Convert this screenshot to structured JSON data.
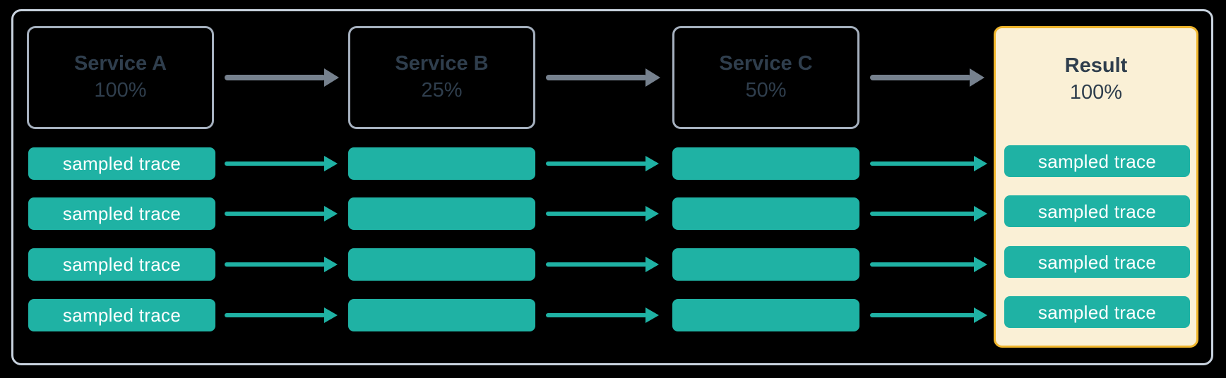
{
  "nodes": [
    {
      "label": "Service A",
      "sample_rate": "100%"
    },
    {
      "label": "Service B",
      "sample_rate": "25%"
    },
    {
      "label": "Service C",
      "sample_rate": "50%"
    },
    {
      "label": "Result",
      "sample_rate": "100%"
    }
  ],
  "trace_label": "sampled trace",
  "trace_rows_per_column": 4,
  "colors": {
    "canvas_bg": "#000000",
    "frame_border": "#c8d2de",
    "service_border": "#a6b1bf",
    "result_bg": "#faf0d6",
    "result_border": "#f0b62c",
    "teal": "#1fb2a4",
    "arrow_gray": "#76818e",
    "text_dark": "#2f3e4d",
    "text_light": "#ffffff"
  }
}
